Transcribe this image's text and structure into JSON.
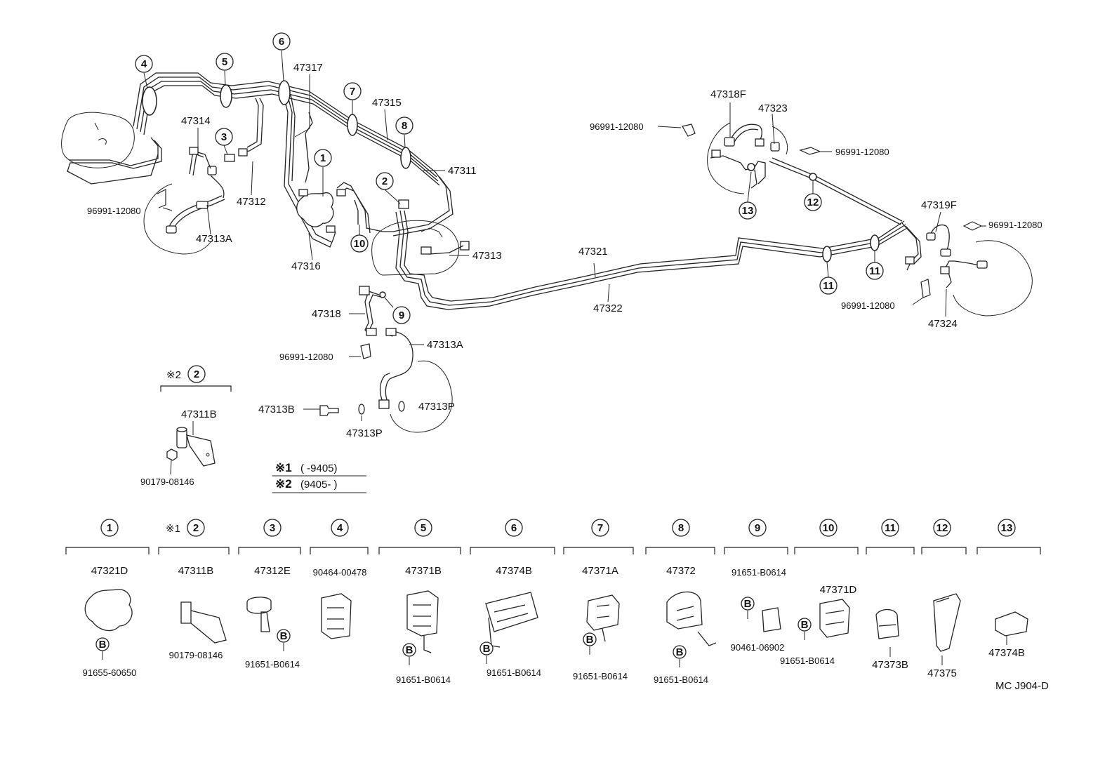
{
  "diagram_code": "MC J904-D",
  "note": {
    "n1_mark": "※1",
    "n1_range": "(        -9405)",
    "n2_mark": "※2",
    "n2_range": "(9405-        )"
  },
  "parts": {
    "p47317": "47317",
    "p47315": "47315",
    "p47311": "47311",
    "p47314": "47314",
    "p47312": "47312",
    "p96991_a": "96991-12080",
    "p47313A_a": "47313A",
    "p47316": "47316",
    "p47313": "47313",
    "p47318": "47318",
    "p96991_b": "96991-12080",
    "p47313A_b": "47313A",
    "p47313B": "47313B",
    "p47313P_a": "47313P",
    "p47313P_b": "47313P",
    "p47321": "47321",
    "p47322": "47322",
    "p47318F": "47318F",
    "p47323": "47323",
    "p96991_c": "96991-12080",
    "p96991_d": "96991-12080",
    "p47319F": "47319F",
    "p96991_e": "96991-12080",
    "p96991_f": "96991-12080",
    "p47324": "47324",
    "p47311B_ins": "47311B",
    "p90179_ins": "90179-08146",
    "ins_circle": "2",
    "ins_mark": "※2"
  },
  "callouts": {
    "c1": "1",
    "c2": "2",
    "c3": "3",
    "c4": "4",
    "c5": "5",
    "c6": "6",
    "c7": "7",
    "c8": "8",
    "c9": "9",
    "c10": "10",
    "c11a": "11",
    "c11b": "11",
    "c12": "12",
    "c13": "13"
  },
  "legend": [
    {
      "num": "1",
      "mark": "",
      "part": "47321D",
      "sub": "91655-60650",
      "bolt": "B"
    },
    {
      "num": "2",
      "mark": "※1",
      "part": "47311B",
      "sub": "90179-08146",
      "bolt": ""
    },
    {
      "num": "3",
      "mark": "",
      "part": "47312E",
      "sub": "91651-B0614",
      "bolt": "B"
    },
    {
      "num": "4",
      "mark": "",
      "part": "90464-00478",
      "sub": "",
      "bolt": ""
    },
    {
      "num": "5",
      "mark": "",
      "part": "47371B",
      "sub": "91651-B0614",
      "bolt": "B"
    },
    {
      "num": "6",
      "mark": "",
      "part": "47374B",
      "sub": "91651-B0614",
      "bolt": "B"
    },
    {
      "num": "7",
      "mark": "",
      "part": "47371A",
      "sub": "91651-B0614",
      "bolt": "B"
    },
    {
      "num": "8",
      "mark": "",
      "part": "47372",
      "sub": "91651-B0614",
      "bolt": "B"
    },
    {
      "num": "9",
      "mark": "",
      "part": "91651-B0614",
      "sub": "90461-06902",
      "bolt": "B"
    },
    {
      "num": "10",
      "mark": "",
      "part": "47371D",
      "sub": "91651-B0614",
      "bolt": "B"
    },
    {
      "num": "11",
      "mark": "",
      "part": "",
      "sub": "47373B",
      "bolt": ""
    },
    {
      "num": "12",
      "mark": "",
      "part": "",
      "sub": "47375",
      "bolt": ""
    },
    {
      "num": "13",
      "mark": "",
      "part": "",
      "sub": "47374B",
      "bolt": ""
    }
  ]
}
